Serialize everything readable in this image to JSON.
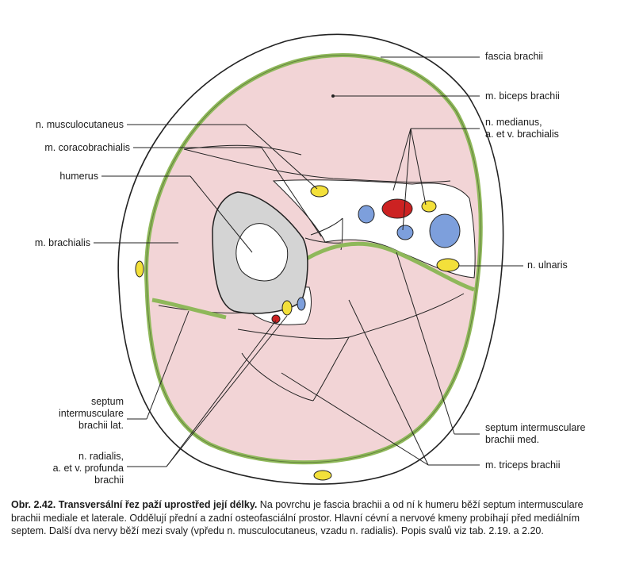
{
  "labels": {
    "fascia_brachii": "fascia brachii",
    "biceps": "m. biceps brachii",
    "musculocutaneus": "n. musculocutaneus",
    "medianus_1": "n. medianus,",
    "medianus_2": "a. et v. brachialis",
    "coracobrachialis": "m. coracobrachialis",
    "humerus": "humerus",
    "brachialis": "m. brachialis",
    "ulnaris": "n. ulnaris",
    "septum_lat_1": "septum",
    "septum_lat_2": "intermusculare",
    "septum_lat_3": "brachii lat.",
    "septum_med_1": "septum intermusculare",
    "septum_med_2": "brachii med.",
    "radialis_1": "n. radialis,",
    "radialis_2": "a. et v. profunda",
    "radialis_3": "brachii",
    "triceps": "m. triceps brachii"
  },
  "caption": {
    "title": "Obr. 2.42. Transversální řez paží uprostřed její délky.",
    "text": " Na povrchu je fascia brachii a od ní k humeru běží septum intermusculare brachii mediale et laterale. Oddělují přední a zadní osteofasciální prostor. Hlavní cévní a nervové kmeny probíhají před mediálním septem. Další dva nervy běží mezi svaly (vpředu n. musculocutaneus, vzadu n. radialis). Popis svalů viz tab. 2.19. a 2.20."
  },
  "colors": {
    "muscle": "#f2d4d6",
    "fascia": "#8fb85a",
    "nerve": "#f3e03a",
    "artery": "#cc2222",
    "vein": "#7d9fdc",
    "bone_cortex": "#d4d4d4",
    "line": "#222222"
  }
}
